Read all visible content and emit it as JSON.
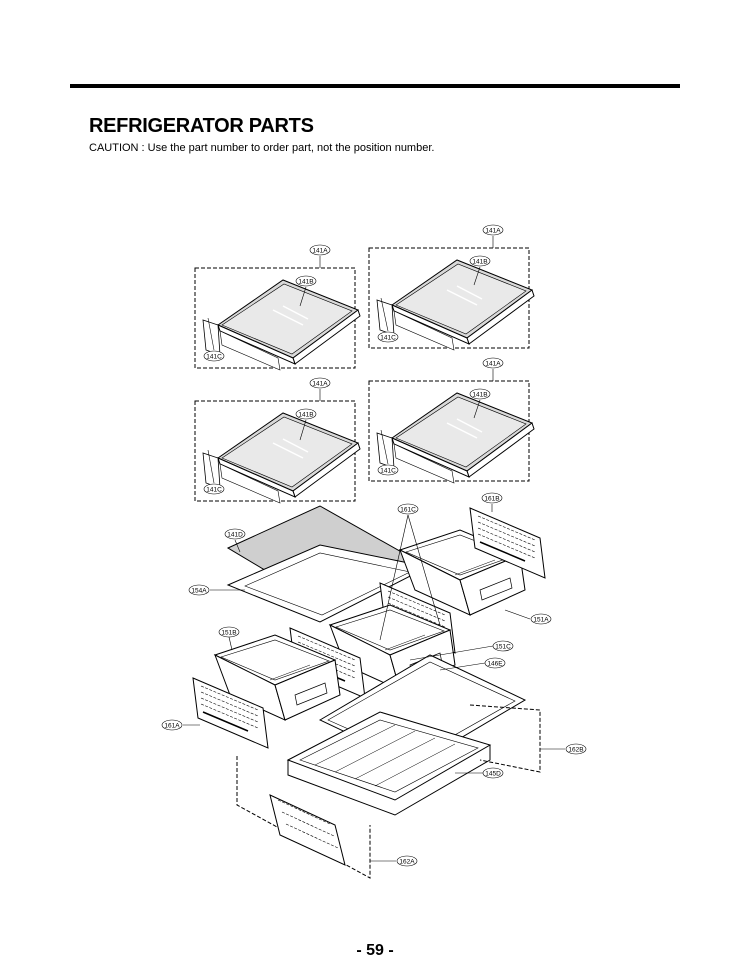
{
  "header": {
    "title": "REFRIGERATOR PARTS",
    "caution": "CAUTION : Use the part number to order part, not the position number."
  },
  "footer": {
    "page_number": "- 59 -"
  },
  "callouts": {
    "c141A_1": "141A",
    "c141B_1": "141B",
    "c141C_1": "141C",
    "c141A_2": "141A",
    "c141B_2": "141B",
    "c141C_2": "141C",
    "c141A_3": "141A",
    "c141B_3": "141B",
    "c141C_3": "141C",
    "c141A_4": "141A",
    "c141B_4": "141B",
    "c141C_4": "141C",
    "c161C": "161C",
    "c161B": "161B",
    "c141D": "141D",
    "c154A": "154A",
    "c151A": "151A",
    "c151B": "151B",
    "c151C": "151C",
    "c146E": "146E",
    "c161A": "161A",
    "c162B": "162B",
    "c145D": "145D",
    "c162A": "162A"
  }
}
